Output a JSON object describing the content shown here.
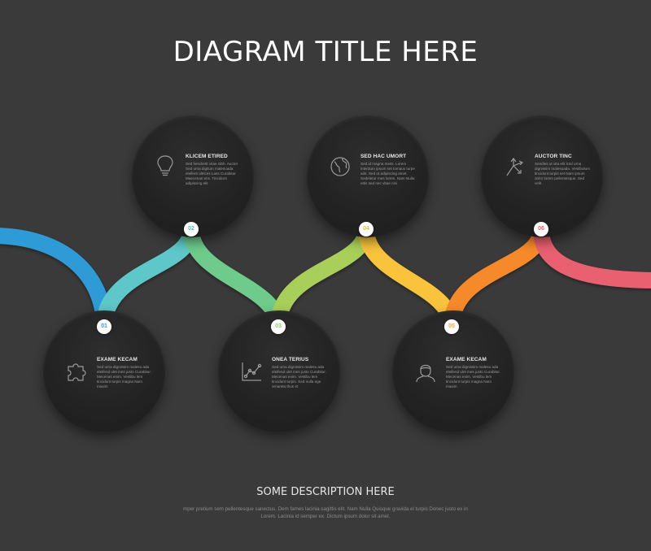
{
  "title": "DIAGRAM TITLE HERE",
  "colors": {
    "background": "#3a3a3a",
    "step1": "#2d9bd6",
    "step2": "#5dc7c9",
    "step3": "#6ecb8c",
    "step4": "#a8cf5a",
    "step5": "#f6a623",
    "step6": "#e96070"
  },
  "steps": [
    {
      "number": "01",
      "heading": "EXAME KECAM",
      "icon": "puzzle-icon",
      "color": "#2d9bd6",
      "body": "Sed urna dignissim malesu ada eleifend ulet mes justo Curabitur. Mecenas enim. Vestibu lem tincidunt turpis magna Nam maxim"
    },
    {
      "number": "02",
      "heading": "KLICEM ETIRED",
      "icon": "lightbulb-icon",
      "color": "#4fc3b0",
      "body": "Sed hendrerit vitae nibh. Auctor Sed urna digitum malesuada eleifent ultrices Lass Curabitur Maecenas ens. Tincidunt adipiscing elit"
    },
    {
      "number": "03",
      "heading": "ONEA TERIUS",
      "icon": "line-chart-icon",
      "color": "#8fcc6a",
      "body": "Sed urna dignissim malesu ada eleifend ulet mes justo Curabitur. Mecenas enim. Vestibu lem tincidunt turpis. Sed nulla ege ornareta thus et"
    },
    {
      "number": "04",
      "heading": "SED HAC UMORT",
      "icon": "globe-icon",
      "color": "#d9c23a",
      "body": "Sed id magna mess. Lorem interdum ipsum set tomaux turpe ads. Sed ut adipiscing amet. Sedeletur mes lorem. Nam Nulla ettis sed nec vitae nisi"
    },
    {
      "number": "05",
      "heading": "EXAME KECAM",
      "icon": "user-icon",
      "color": "#f6a623",
      "body": "Sed urna dignissim malesu ada eleifend ulet mes justo Curabitur. Mecenas enim. Vestibu lem tincidunt turpis magna Nam maxim"
    },
    {
      "number": "06",
      "heading": "AUCTOR TINC",
      "icon": "arrows-icon",
      "color": "#e96070",
      "body": "Sendies ut vita elit Sed urna dignissim malesuada. Vestibulum tincidunt turpis set Nam ipsum dolor lorem pellentesque. Sed velit"
    }
  ],
  "description": {
    "title": "SOME DESCRIPTION HERE",
    "body": "mper pretium sem pellentesque sanectus. Dem fames lacinia sagittis elit. Nam Nulla Quisque gravida el turpis Donec justo ex in Lorem. Lacinia id semper ex. Dictum ipsum dolor sit amet."
  }
}
